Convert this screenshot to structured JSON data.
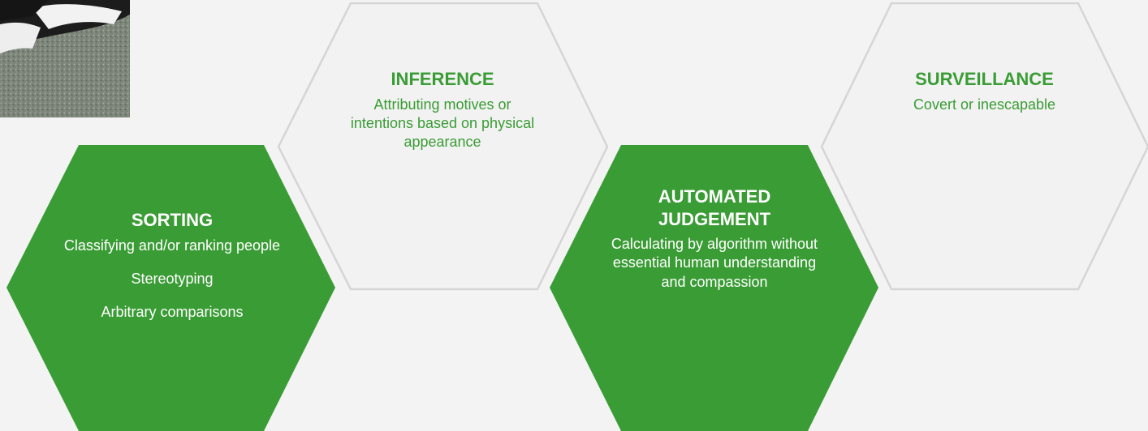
{
  "colors": {
    "accent_green": "#3a9c35",
    "light_hex_fill": "#f2f2f2",
    "light_hex_stroke": "#d5d5d5",
    "background": "#f3f3f3"
  },
  "photo": {
    "description_icon": "cat-fur-photo"
  },
  "hexagons": {
    "sorting": {
      "title": "SORTING",
      "lines": [
        "Classifying and/or ranking people",
        "Stereotyping",
        "Arbitrary comparisons"
      ]
    },
    "inference": {
      "title": "INFERENCE",
      "desc": "Attributing motives or intentions based on physical appearance"
    },
    "automated": {
      "title": "AUTOMATED JUDGEMENT",
      "desc": "Calculating by algorithm without essential human understanding and compassion"
    },
    "surveillance": {
      "title": "SURVEILLANCE",
      "desc": "Covert or inescapable"
    }
  }
}
